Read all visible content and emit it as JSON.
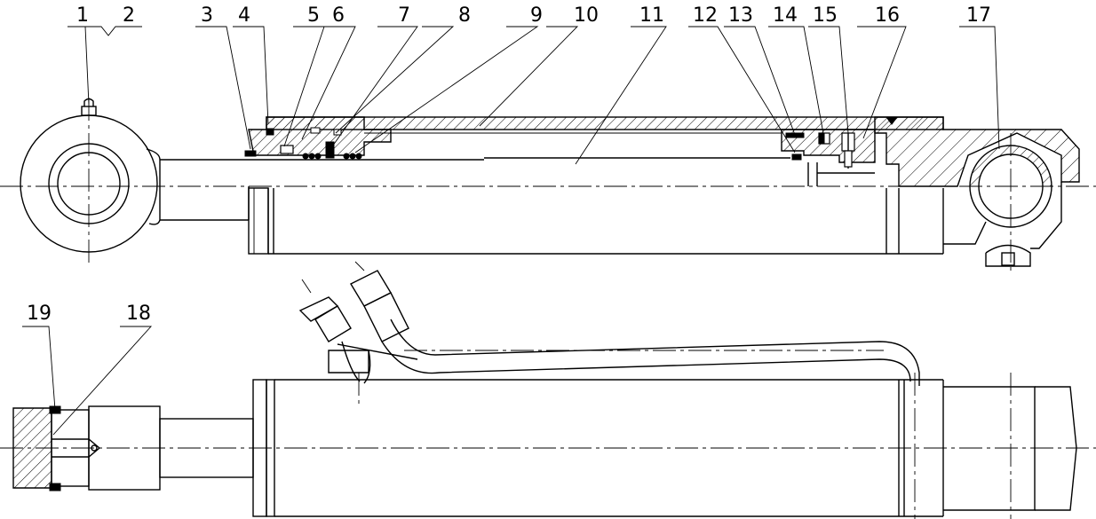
{
  "drawing": {
    "callouts_top": [
      "1",
      "2",
      "3",
      "4",
      "5",
      "6",
      "7",
      "8",
      "9",
      "10",
      "11",
      "12",
      "13",
      "14",
      "15",
      "16",
      "17"
    ],
    "callouts_bottom": [
      "19",
      "18"
    ]
  }
}
